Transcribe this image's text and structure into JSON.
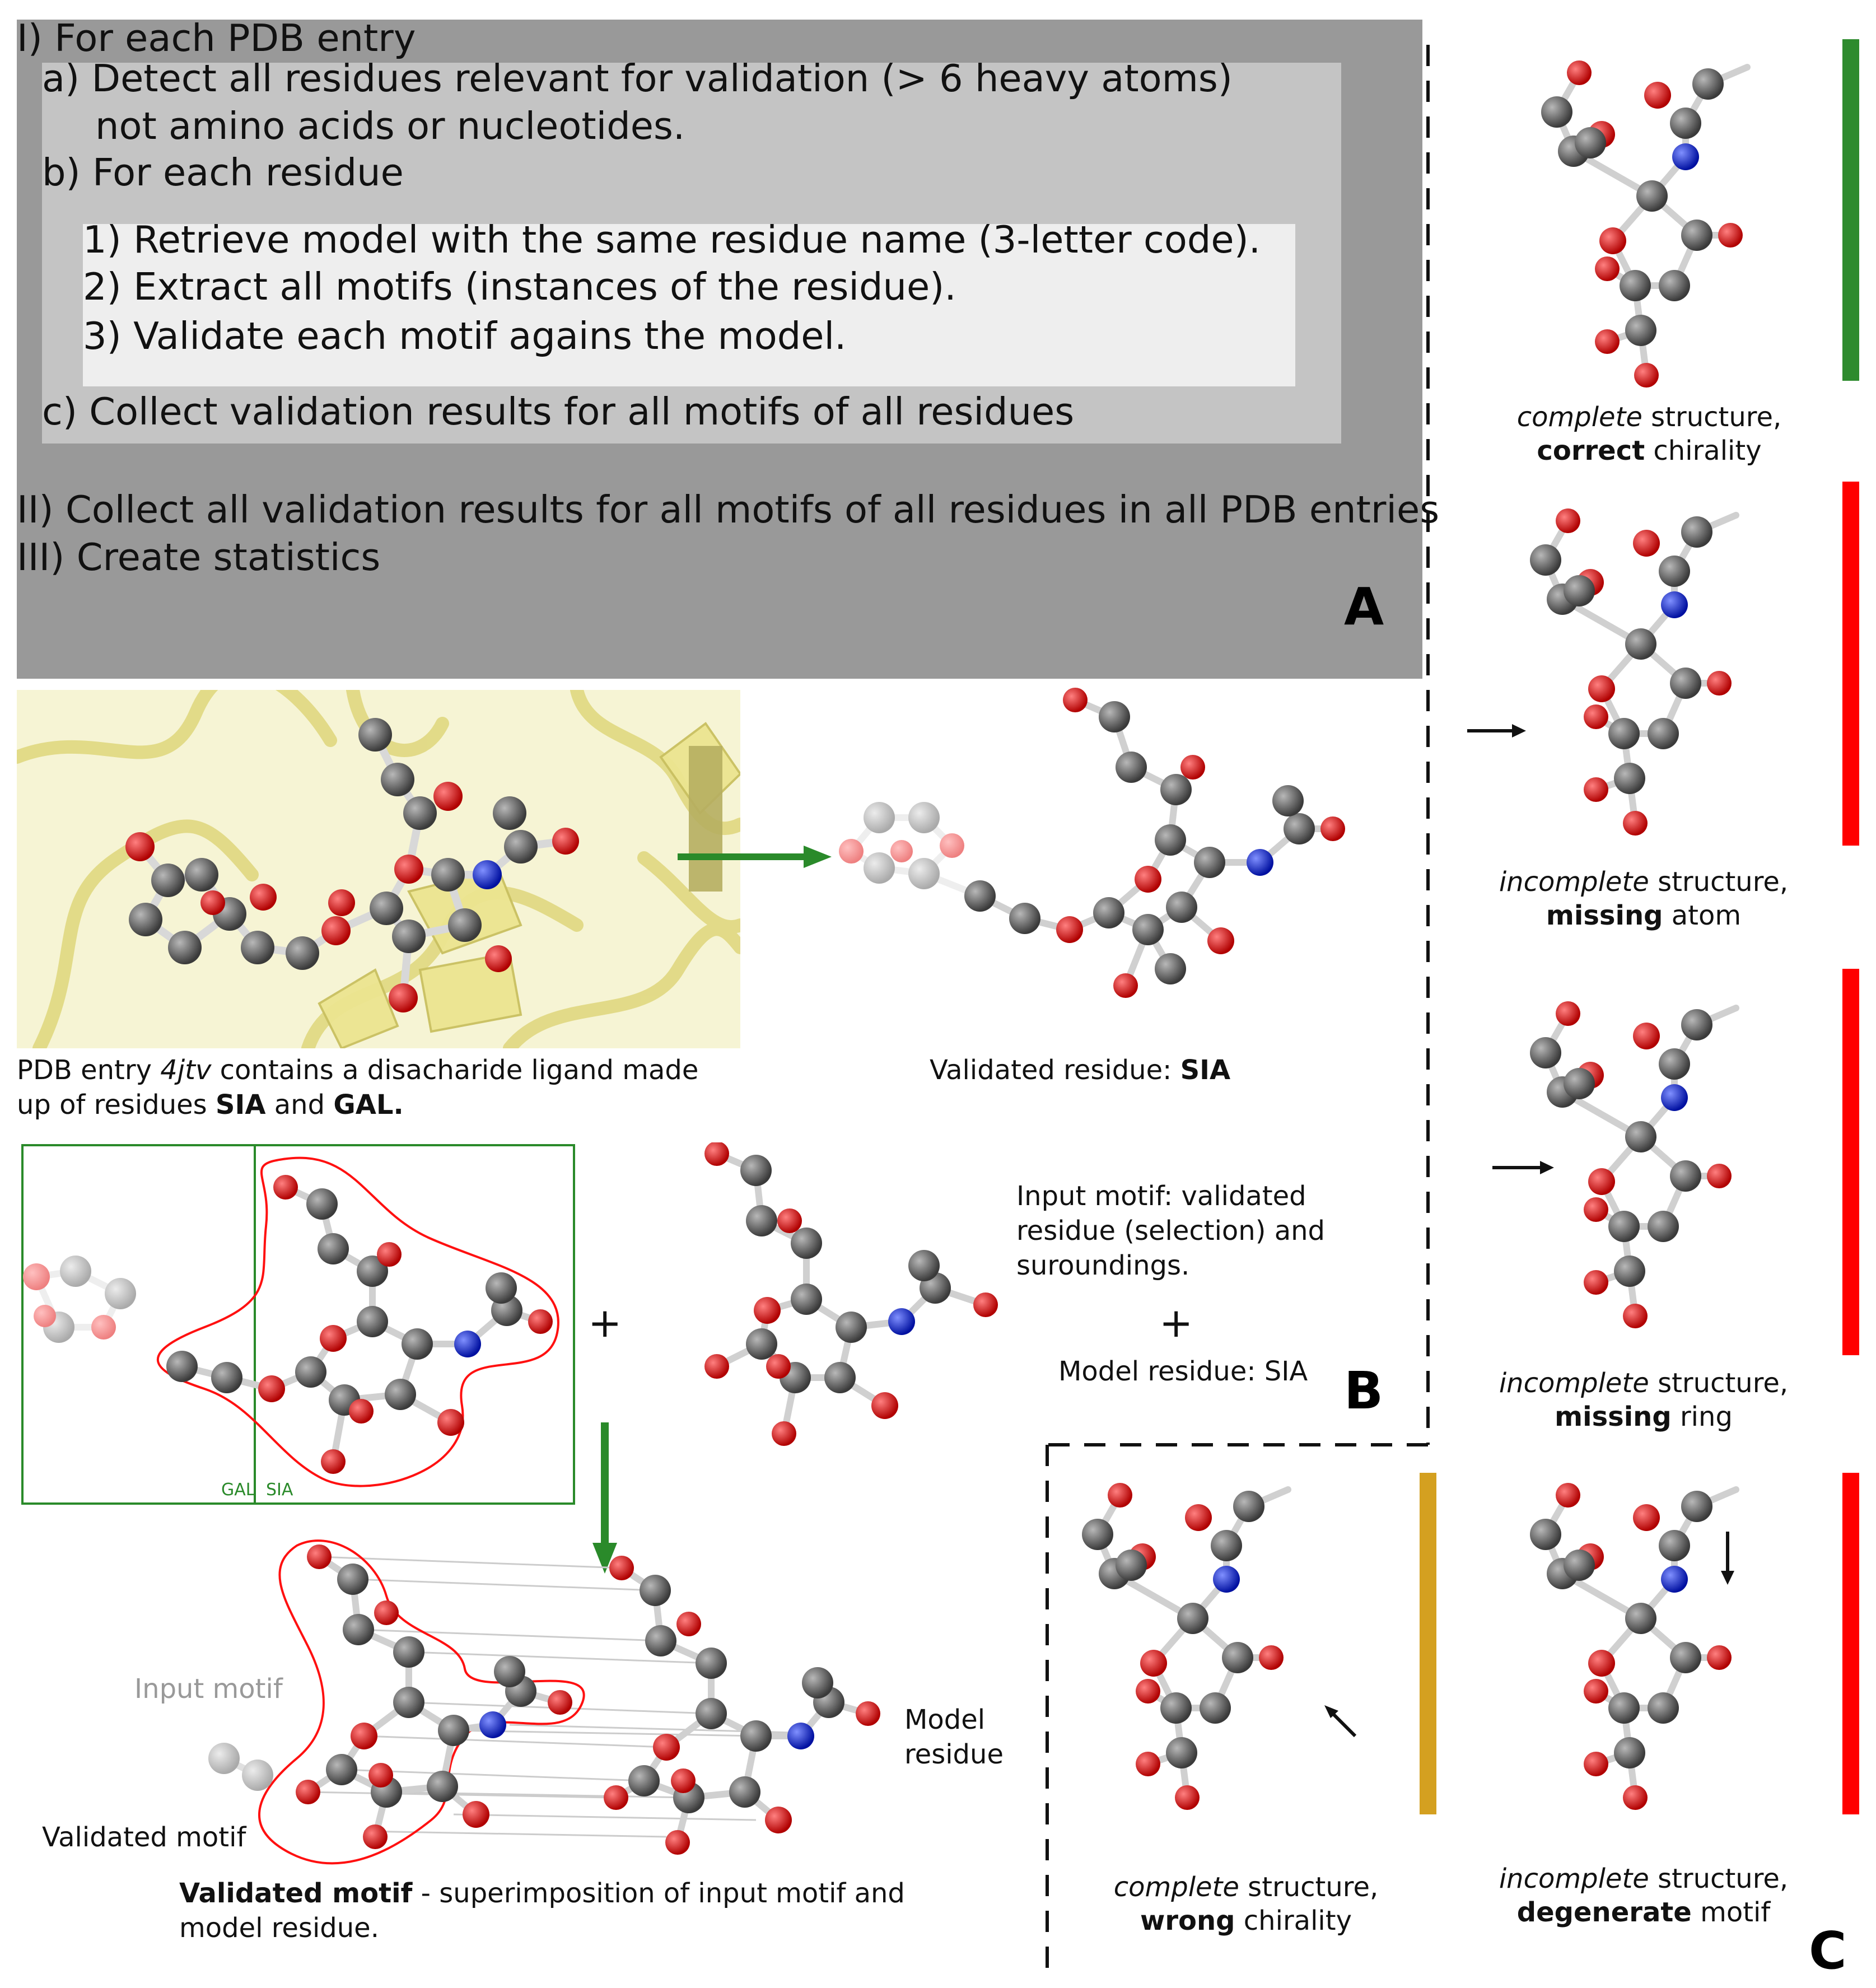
{
  "panel_a": {
    "line_1": "I)   For each PDB entry",
    "line_2": "a) Detect all residues relevant for validation (> 6 heavy atoms)",
    "line_3": "not amino acids or nucleotides.",
    "line_4": "b) For each residue",
    "line_5": "1) Retrieve model with the same residue name (3-letter code).",
    "line_6": "2) Extract all motifs (instances of the residue).",
    "line_7": "3) Validate each motif agains the model.",
    "line_8": "c) Collect validation results for all motifs of all residues",
    "line_9": "II)  Collect all validation results for all motifs of all residues in all PDB entries",
    "line_10": "III) Create statistics",
    "label": "A"
  },
  "panel_b": {
    "pdb_caption_prefix": "PDB entry ",
    "pdb_id": "4jtv",
    "pdb_caption_mid": " contains a disacharide ligand made",
    "pdb_caption_line2_prefix": "up of residues ",
    "res_sia": "SIA",
    "and_word": " and ",
    "res_gal": "GAL.",
    "validated_residue_prefix": "Validated residue: ",
    "validated_residue_name": "SIA",
    "gal_label": "GAL",
    "sia_label": "SIA",
    "plus": "+",
    "input_motif_desc_1": "Input  motif:  validated",
    "input_motif_desc_2": "residue (selection) and",
    "input_motif_desc_3": "suroundings.",
    "plus2": "+",
    "model_residue_desc": "Model residue: SIA",
    "label": "B",
    "input_motif_label": "Input motif",
    "validated_motif_label": "Validated motif",
    "model_residue_label_1": "Model",
    "model_residue_label_2": "residue",
    "superimposition_bold": "Validated motif",
    "superimposition_rest": " - superimposition of input motif and",
    "superimposition_line2": "model residue."
  },
  "panel_c": {
    "label": "C",
    "cases": [
      {
        "italic": "complete",
        "rest1": " structure,",
        "bold": "correct",
        "rest2": " chirality",
        "status_color": "#2e8b2e"
      },
      {
        "italic": "incomplete",
        "rest1": " structure,",
        "bold": "missing",
        "rest2": " atom",
        "status_color": "#ff0000"
      },
      {
        "italic": "incomplete",
        "rest1": " structure,",
        "bold": "missing",
        "rest2": " ring",
        "status_color": "#ff0000"
      },
      {
        "italic": "complete",
        "rest1": " structure,",
        "bold": "wrong",
        "rest2": " chirality",
        "status_color": "#d4a020"
      },
      {
        "italic": "incomplete",
        "rest1": " structure,",
        "bold": "degenerate",
        "rest2": " motif",
        "status_color": "#ff0000"
      }
    ]
  },
  "colors": {
    "carbon": "#5a5a5a",
    "oxygen": "#e01010",
    "nitrogen": "#1a2fd0",
    "arrow_green": "#2a8a2a",
    "protein_yellow": "#e8e090",
    "selection_red": "#ff0000",
    "box_green": "#2a8a2a"
  }
}
